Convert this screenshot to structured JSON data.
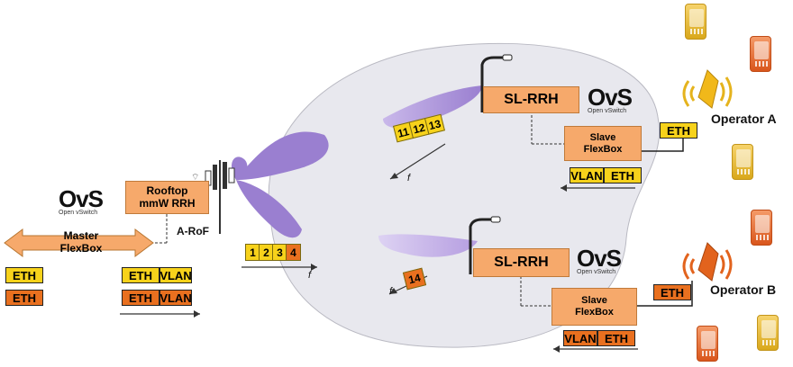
{
  "master": {
    "title": "Master\nFlexBox",
    "tags_row1": [
      "ETH"
    ],
    "tags_row2": [
      "ETH"
    ],
    "tags_row3": [
      "ETH",
      "VLAN"
    ],
    "tags_row4": [
      "ETH",
      "VLAN"
    ]
  },
  "ovs": {
    "logo": "OvS",
    "subtitle": "Open vSwitch"
  },
  "rooftop": {
    "title": "Rooftop\nmmW RRH"
  },
  "arof_label": "A-RoF",
  "channels_all": [
    "1",
    "2",
    "3",
    "4"
  ],
  "freq_label": "f",
  "top": {
    "rrh": "SL-RRH",
    "slave": "Slave\nFlexBox",
    "channels": [
      "11",
      "12",
      "13"
    ],
    "eth": "ETH",
    "vlan": "VLAN",
    "eth2": "ETH"
  },
  "bottom": {
    "rrh": "SL-RRH",
    "slave": "Slave\nFlexBox",
    "channels": [
      "14"
    ],
    "eth": "ETH",
    "vlan": "VLAN",
    "eth2": "ETH"
  },
  "operator_a": "Operator A",
  "operator_b": "Operator B",
  "icons": [
    "antenna-mast-icon",
    "lamp-post-icon",
    "router-icon",
    "phone-icon",
    "beam-icon",
    "double-arrow-icon"
  ],
  "colors": {
    "yellow": "#f7d21b",
    "orange": "#e9701f",
    "box": "#f6a96b",
    "beam": "#9b7fd0",
    "cloud": "#e9e9ee"
  }
}
